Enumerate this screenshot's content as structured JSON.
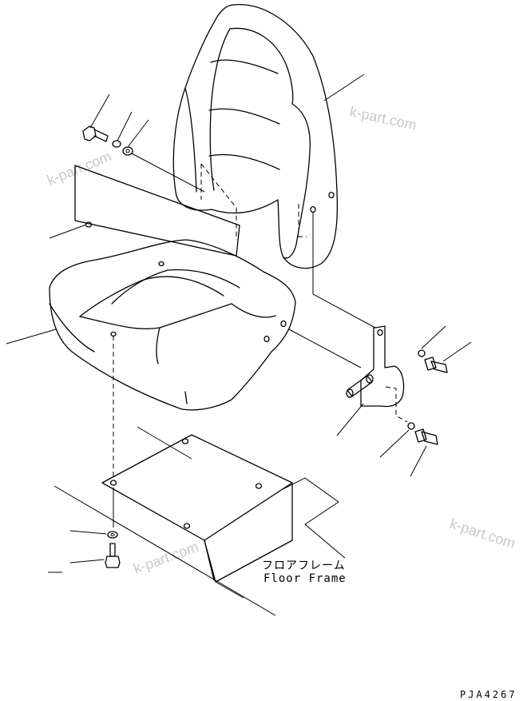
{
  "watermarks": [
    "k-part.com",
    "k-part.com",
    "k-part.com",
    "k-part.com"
  ],
  "floor_label_jp": "フロアフレーム",
  "floor_label_en": "Floor Frame",
  "drawing_code": "PJA4267"
}
